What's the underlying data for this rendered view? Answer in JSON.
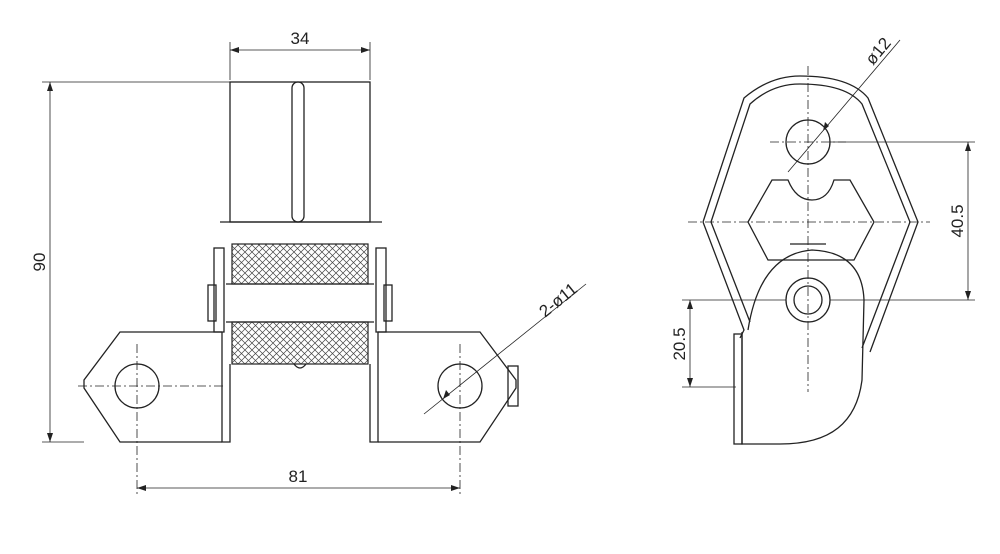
{
  "dimensions": {
    "width_top": "34",
    "height_left": "90",
    "hole_left": "2-ø11",
    "span_bottom": "81",
    "hole_right": "ø12",
    "center_distance": "40.5",
    "offset_bottom": "20.5"
  },
  "colors": {
    "line": "#222222",
    "rubber_hatch": "#444444",
    "background": "#ffffff"
  }
}
